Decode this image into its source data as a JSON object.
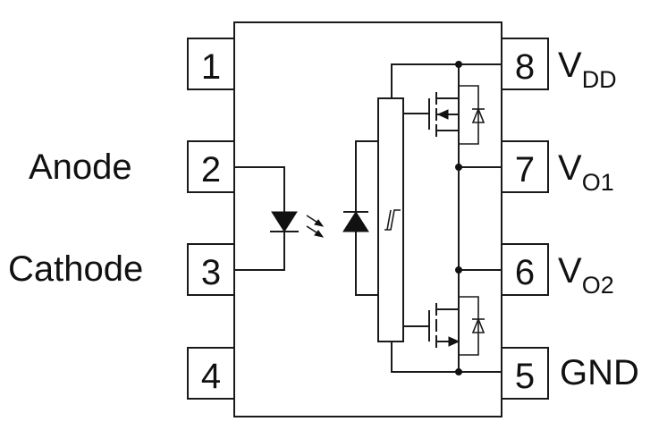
{
  "pins": [
    {
      "number": "1"
    },
    {
      "number": "2",
      "label": "Anode"
    },
    {
      "number": "3",
      "label": "Cathode"
    },
    {
      "number": "4"
    },
    {
      "number": "8",
      "main": "V",
      "sub": "DD"
    },
    {
      "number": "7",
      "main": "V",
      "sub": "O1"
    },
    {
      "number": "6",
      "main": "V",
      "sub": "O2"
    },
    {
      "number": "5",
      "main": "GND",
      "sub": ""
    }
  ],
  "colors": {
    "line": "#1a1a1a",
    "background": "#ffffff"
  },
  "icons": [
    "led-icon",
    "light-emission-arrows-icon",
    "photodiode-icon",
    "schmitt-trigger-icon",
    "pmos-transistor-icon",
    "nmos-transistor-icon",
    "body-diode-icon"
  ]
}
